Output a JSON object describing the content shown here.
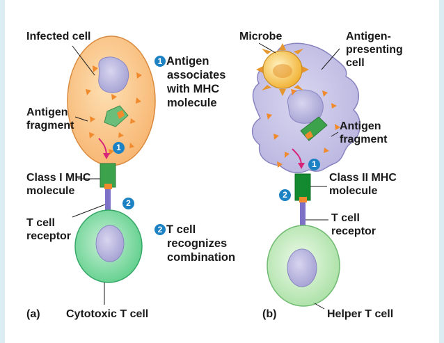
{
  "colors": {
    "accent_bar": "#dcecf3",
    "badge": "#1d82c4",
    "infected_cell": "#f7b46e",
    "apc": "#b8b4df",
    "nucleus": "#a9a6d6",
    "tcell_cytotoxic": "#5fcf8b",
    "tcell_helper": "#a9e0a4",
    "antigen_fragment": "#f08a2c",
    "mhc": "#3da24c",
    "receptor": "#7b72c8",
    "microbe": "#f2b53a",
    "pointer_arrow": "#d8247a"
  },
  "panel_a": {
    "panel_letter": "(a)",
    "infected_cell_label": "Infected cell",
    "antigen_fragment_label": [
      "Antigen",
      "fragment"
    ],
    "class1_mhc_label": [
      "Class I MHC",
      "molecule"
    ],
    "tcell_receptor_label": [
      "T cell",
      "receptor"
    ],
    "cell_type_label": "Cytotoxic T cell",
    "step1_badge": "1",
    "step2_badge": "2",
    "step1_lines": [
      "Antigen",
      "associates",
      "with MHC",
      "molecule"
    ],
    "step2_lines": [
      "T cell",
      "recognizes",
      "combination"
    ]
  },
  "panel_b": {
    "panel_letter": "(b)",
    "microbe_label": "Microbe",
    "apc_label": [
      "Antigen-",
      "presenting",
      "cell"
    ],
    "antigen_fragment_label": [
      "Antigen",
      "fragment"
    ],
    "class2_mhc_label": [
      "Class II MHC",
      "molecule"
    ],
    "tcell_receptor_label": [
      "T cell",
      "receptor"
    ],
    "cell_type_label": "Helper T cell",
    "step1_badge": "1",
    "step2_badge": "2"
  }
}
